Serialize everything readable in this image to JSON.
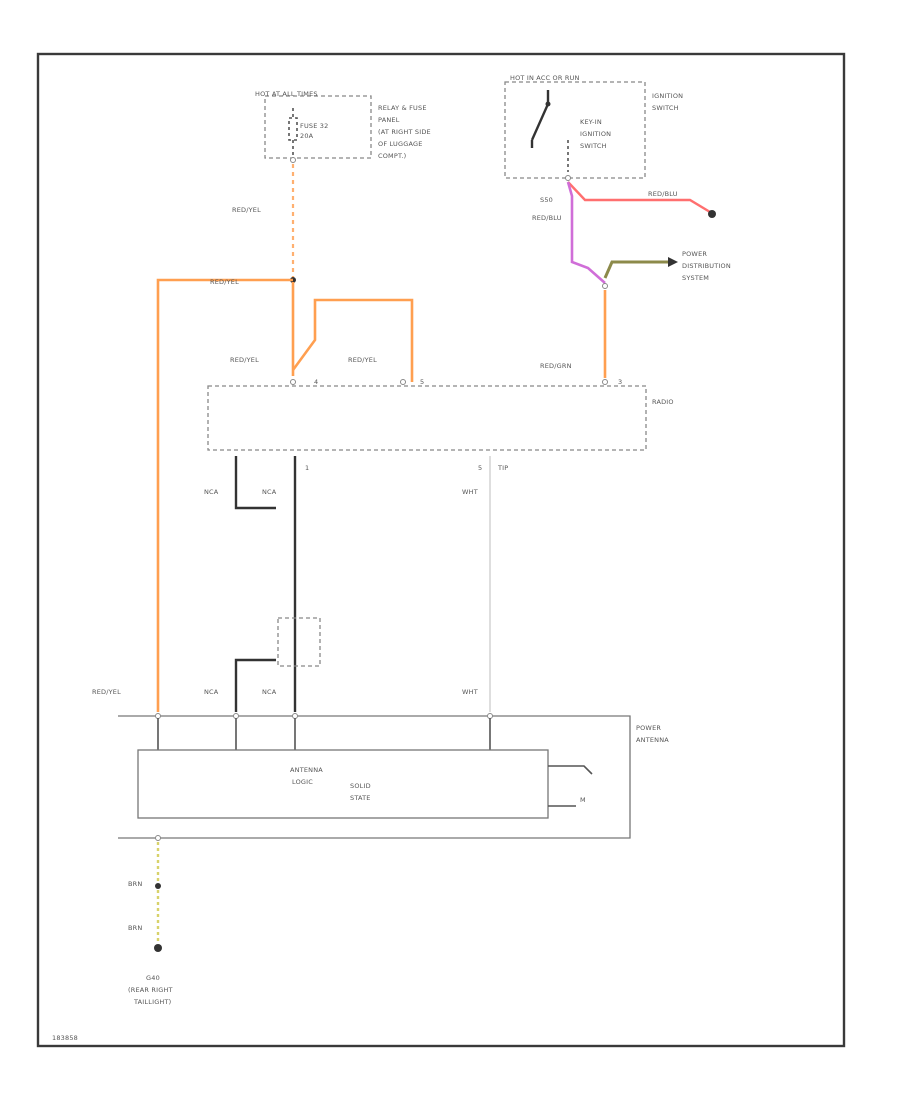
{
  "labels": {
    "hot_all_times": "HOT AT ALL TIMES",
    "fuse": "FUSE 32",
    "fuse_amp": "20A",
    "relay_panel_1": "RELAY & FUSE",
    "relay_panel_2": "PANEL",
    "relay_panel_3": "(AT RIGHT SIDE",
    "relay_panel_4": "OF LUGGAGE",
    "relay_panel_5": "COMPT.)",
    "hot_acc": "HOT IN ACC OR RUN",
    "ignition_switch_1": "IGNITION",
    "ignition_switch_2": "SWITCH",
    "key_in_1": "KEY-IN",
    "key_in_2": "IGNITION",
    "key_in_3": "SWITCH",
    "s50": "S50",
    "red_blu": "RED/BLU",
    "red_blu_2": "RED/BLU",
    "power_dist_1": "POWER",
    "power_dist_2": "DISTRIBUTION",
    "power_dist_3": "SYSTEM",
    "red_yel_fuse": "RED/YEL",
    "red_yel_top": "RED/YEL",
    "red_yel_1": "RED/YEL",
    "red_yel_2": "RED/YEL",
    "red_grn": "RED/GRN",
    "radio": "RADIO",
    "pin_4": "4",
    "pin_5": "5",
    "pin_1": "1",
    "pin_3": "3",
    "tip": "TIP",
    "nca_1": "NCA",
    "nca_2": "NCA",
    "wht_top": "WHT",
    "red_yel_bottom": "RED/YEL",
    "nca_3": "NCA",
    "nca_4": "NCA",
    "wht_bottom": "WHT",
    "power_antenna_1": "POWER",
    "power_antenna_2": "ANTENNA",
    "antenna_logic_1": "ANTENNA",
    "antenna_logic_2": "LOGIC",
    "solid_state_1": "SOLID",
    "solid_state_2": "STATE",
    "m": "M",
    "brn_1": "BRN",
    "brn_2": "BRN",
    "ground_1": "G40",
    "ground_2": "(REAR RIGHT",
    "ground_3": "TAILLIGHT)",
    "figure_id": "183858"
  },
  "colors": {
    "red_yel": "#ff9f50",
    "red": "#ff6f6f",
    "red_blu": "#d06ed8",
    "power_feed": "#8c8a4a",
    "black": "#333333",
    "white": "#d6d6d6",
    "brown": "#d8d26a"
  }
}
